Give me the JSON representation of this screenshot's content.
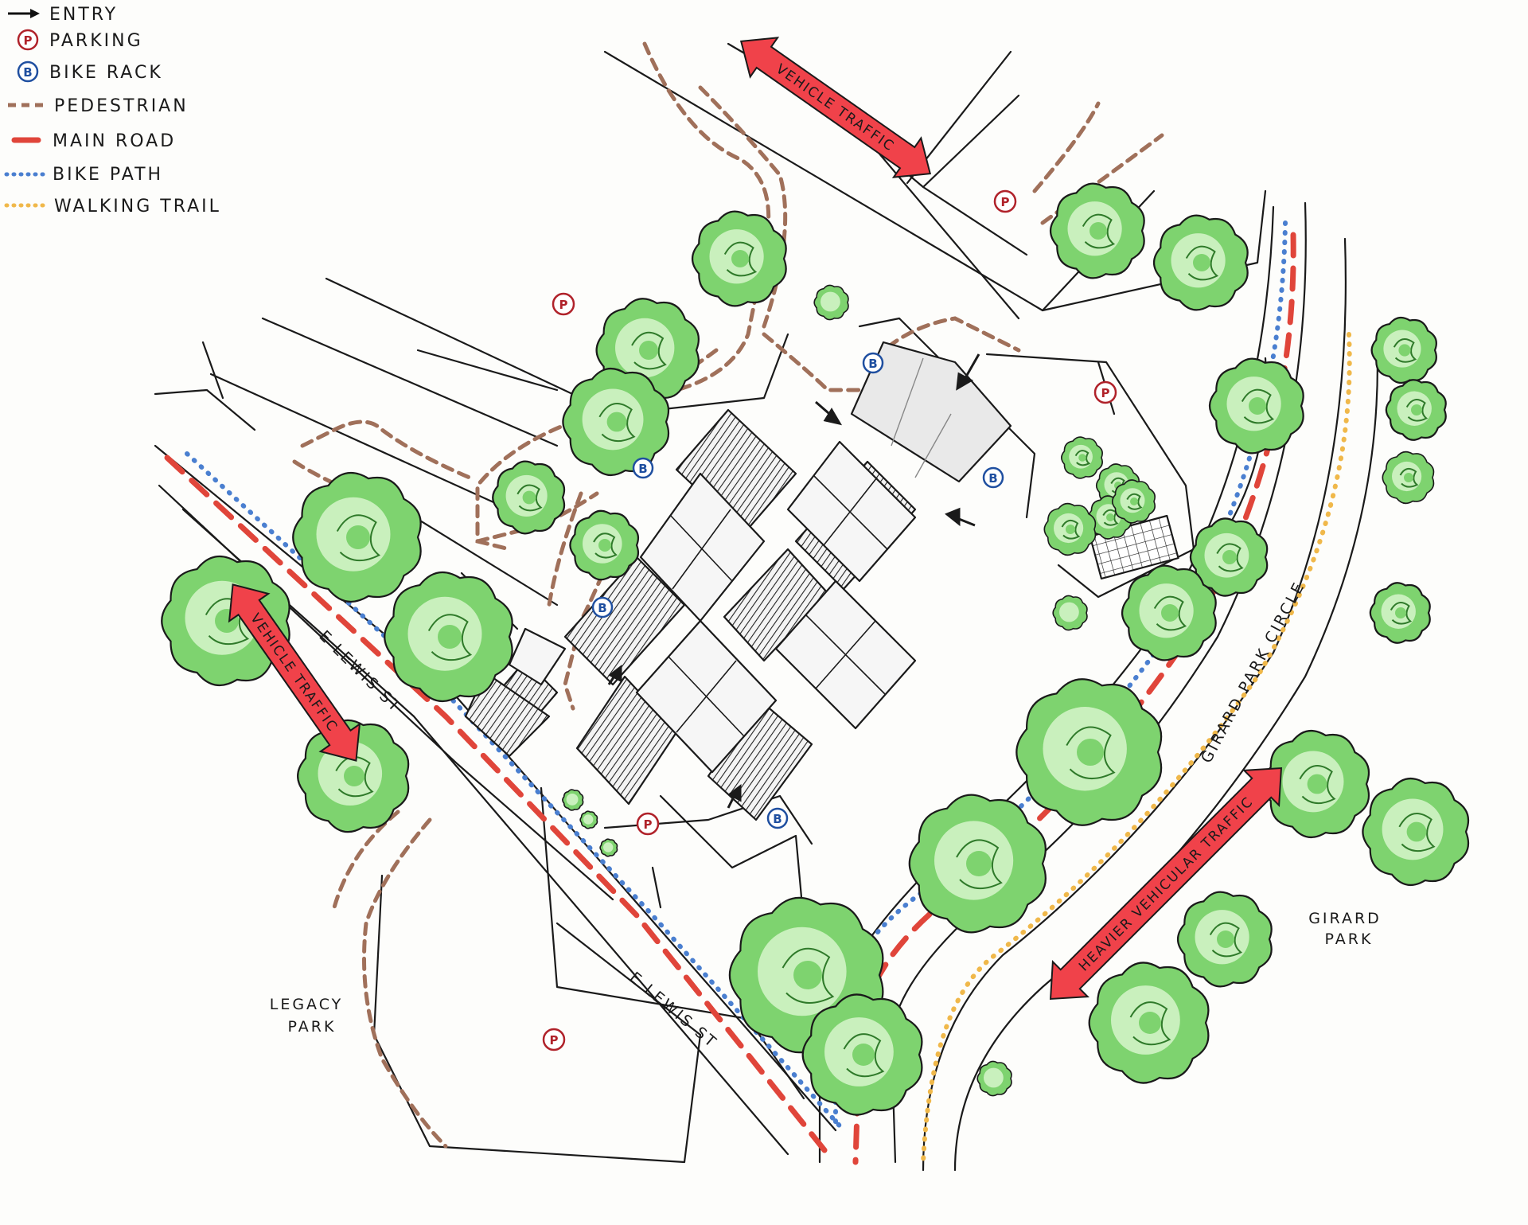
{
  "legend": {
    "items": [
      {
        "key": "entry",
        "label": "ENTRY",
        "symbol": "arrow",
        "color": "#111111"
      },
      {
        "key": "parking",
        "label": "PARKING",
        "symbol": "P",
        "color": "#b0222a"
      },
      {
        "key": "bike_rack",
        "label": "BIKE RACK",
        "symbol": "B",
        "color": "#1f4fa0"
      },
      {
        "key": "pedestrian",
        "label": "PEDESTRIAN",
        "symbol": "dash",
        "color": "#a0705a"
      },
      {
        "key": "main_road",
        "label": "MAIN ROAD",
        "symbol": "dash",
        "color": "#e0453a"
      },
      {
        "key": "bike_path",
        "label": "BIKE PATH",
        "symbol": "dot",
        "color": "#4a7fd0"
      },
      {
        "key": "walking_trail",
        "label": "WALKING TRAIL",
        "symbol": "dot",
        "color": "#f0b84a"
      }
    ]
  },
  "traffic_arrows": {
    "north": "VEHICLE TRAFFIC",
    "west": "VEHICLE TRAFFIC",
    "southeast": "HEAVIER VEHICULAR TRAFFIC"
  },
  "streets": {
    "e_lewis_upper": "E LEWIS ST",
    "e_lewis_lower": "E LEWIS ST",
    "girard_park_circle": "GIRARD PARK CIRCLE"
  },
  "places": {
    "girard_park_line1": "GIRARD",
    "girard_park_line2": "PARK",
    "legacy_park_line1": "LEGACY",
    "legacy_park_line2": "PARK"
  },
  "markers": {
    "parking_symbol": "P",
    "bike_symbol": "B"
  },
  "colors": {
    "tree_fill": "#7ed36f",
    "tree_light": "#c9f0bd",
    "road_red": "#e0453a",
    "pedestrian": "#a0705a",
    "bike_path": "#4a7fd0",
    "walking_trail": "#f0b84a",
    "arrow_red": "#f0424a",
    "building_gray": "#e9e9e9",
    "ink": "#1a1a1a"
  }
}
